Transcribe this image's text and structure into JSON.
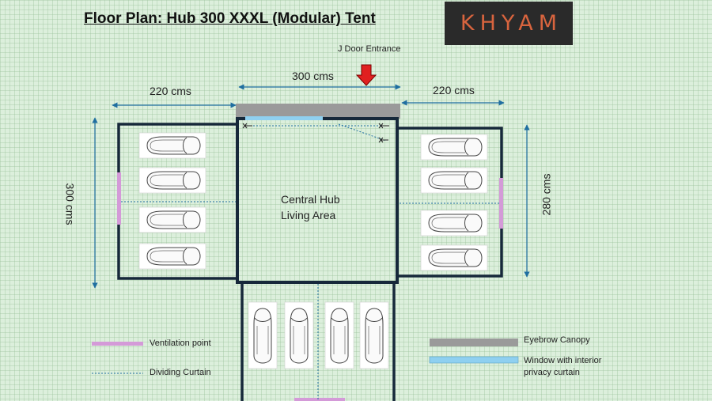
{
  "title": "Floor Plan: Hub 300 XXXL (Modular) Tent",
  "logo_text": "KHYAM",
  "door_label": "J Door Entrance",
  "dimensions": {
    "hub_width": "300 cms",
    "left_pod_width": "220 cms",
    "right_pod_width": "220 cms",
    "left_height": "300 cms",
    "right_height": "280 cms"
  },
  "hub": {
    "line1": "Central Hub",
    "line2": "Living Area"
  },
  "legend": {
    "ventilation": "Ventilation point",
    "curtain": "Dividing Curtain",
    "canopy": "Eyebrow Canopy",
    "window_line1": "Window with interior",
    "window_line2": "privacy curtain"
  },
  "colors": {
    "wall": "#16283a",
    "ventilation": "#d49ad8",
    "window": "#8fd0f0",
    "canopy": "#9a9a9a",
    "door_arrow": "#e02020",
    "dimension": "#1f6ea0"
  }
}
